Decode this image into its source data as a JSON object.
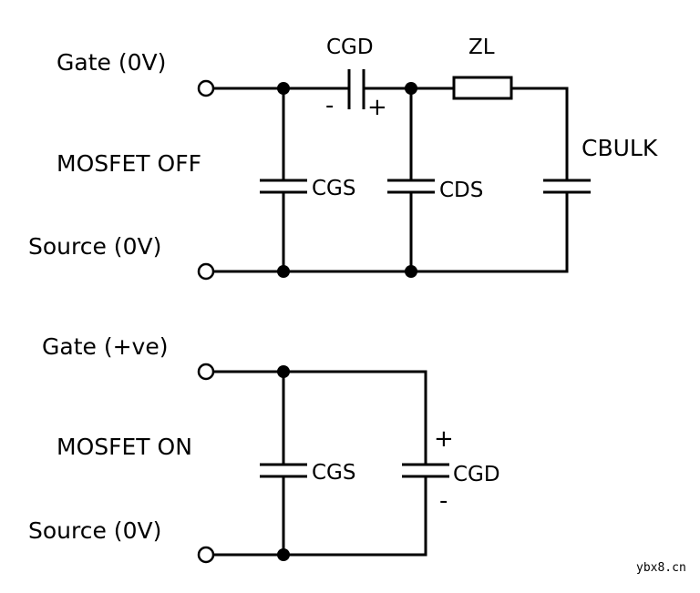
{
  "colors": {
    "ink": "#000000",
    "background": "#ffffff"
  },
  "off_circuit": {
    "gate_label": "Gate (0V)",
    "state_label": "MOSFET OFF",
    "source_label": "Source (0V)",
    "cgd_label": "CGD",
    "cgd_minus": "-",
    "cgd_plus": "+",
    "zl_label": "ZL",
    "cbulk_label": "CBULK",
    "cgs_label": "CGS",
    "cds_label": "CDS"
  },
  "on_circuit": {
    "gate_label": "Gate (+ve)",
    "state_label": "MOSFET ON",
    "source_label": "Source (0V)",
    "cgs_label": "CGS",
    "cgd_label": "CGD",
    "cgd_plus": "+",
    "cgd_minus": "-"
  },
  "watermark": "ybx8.cn"
}
